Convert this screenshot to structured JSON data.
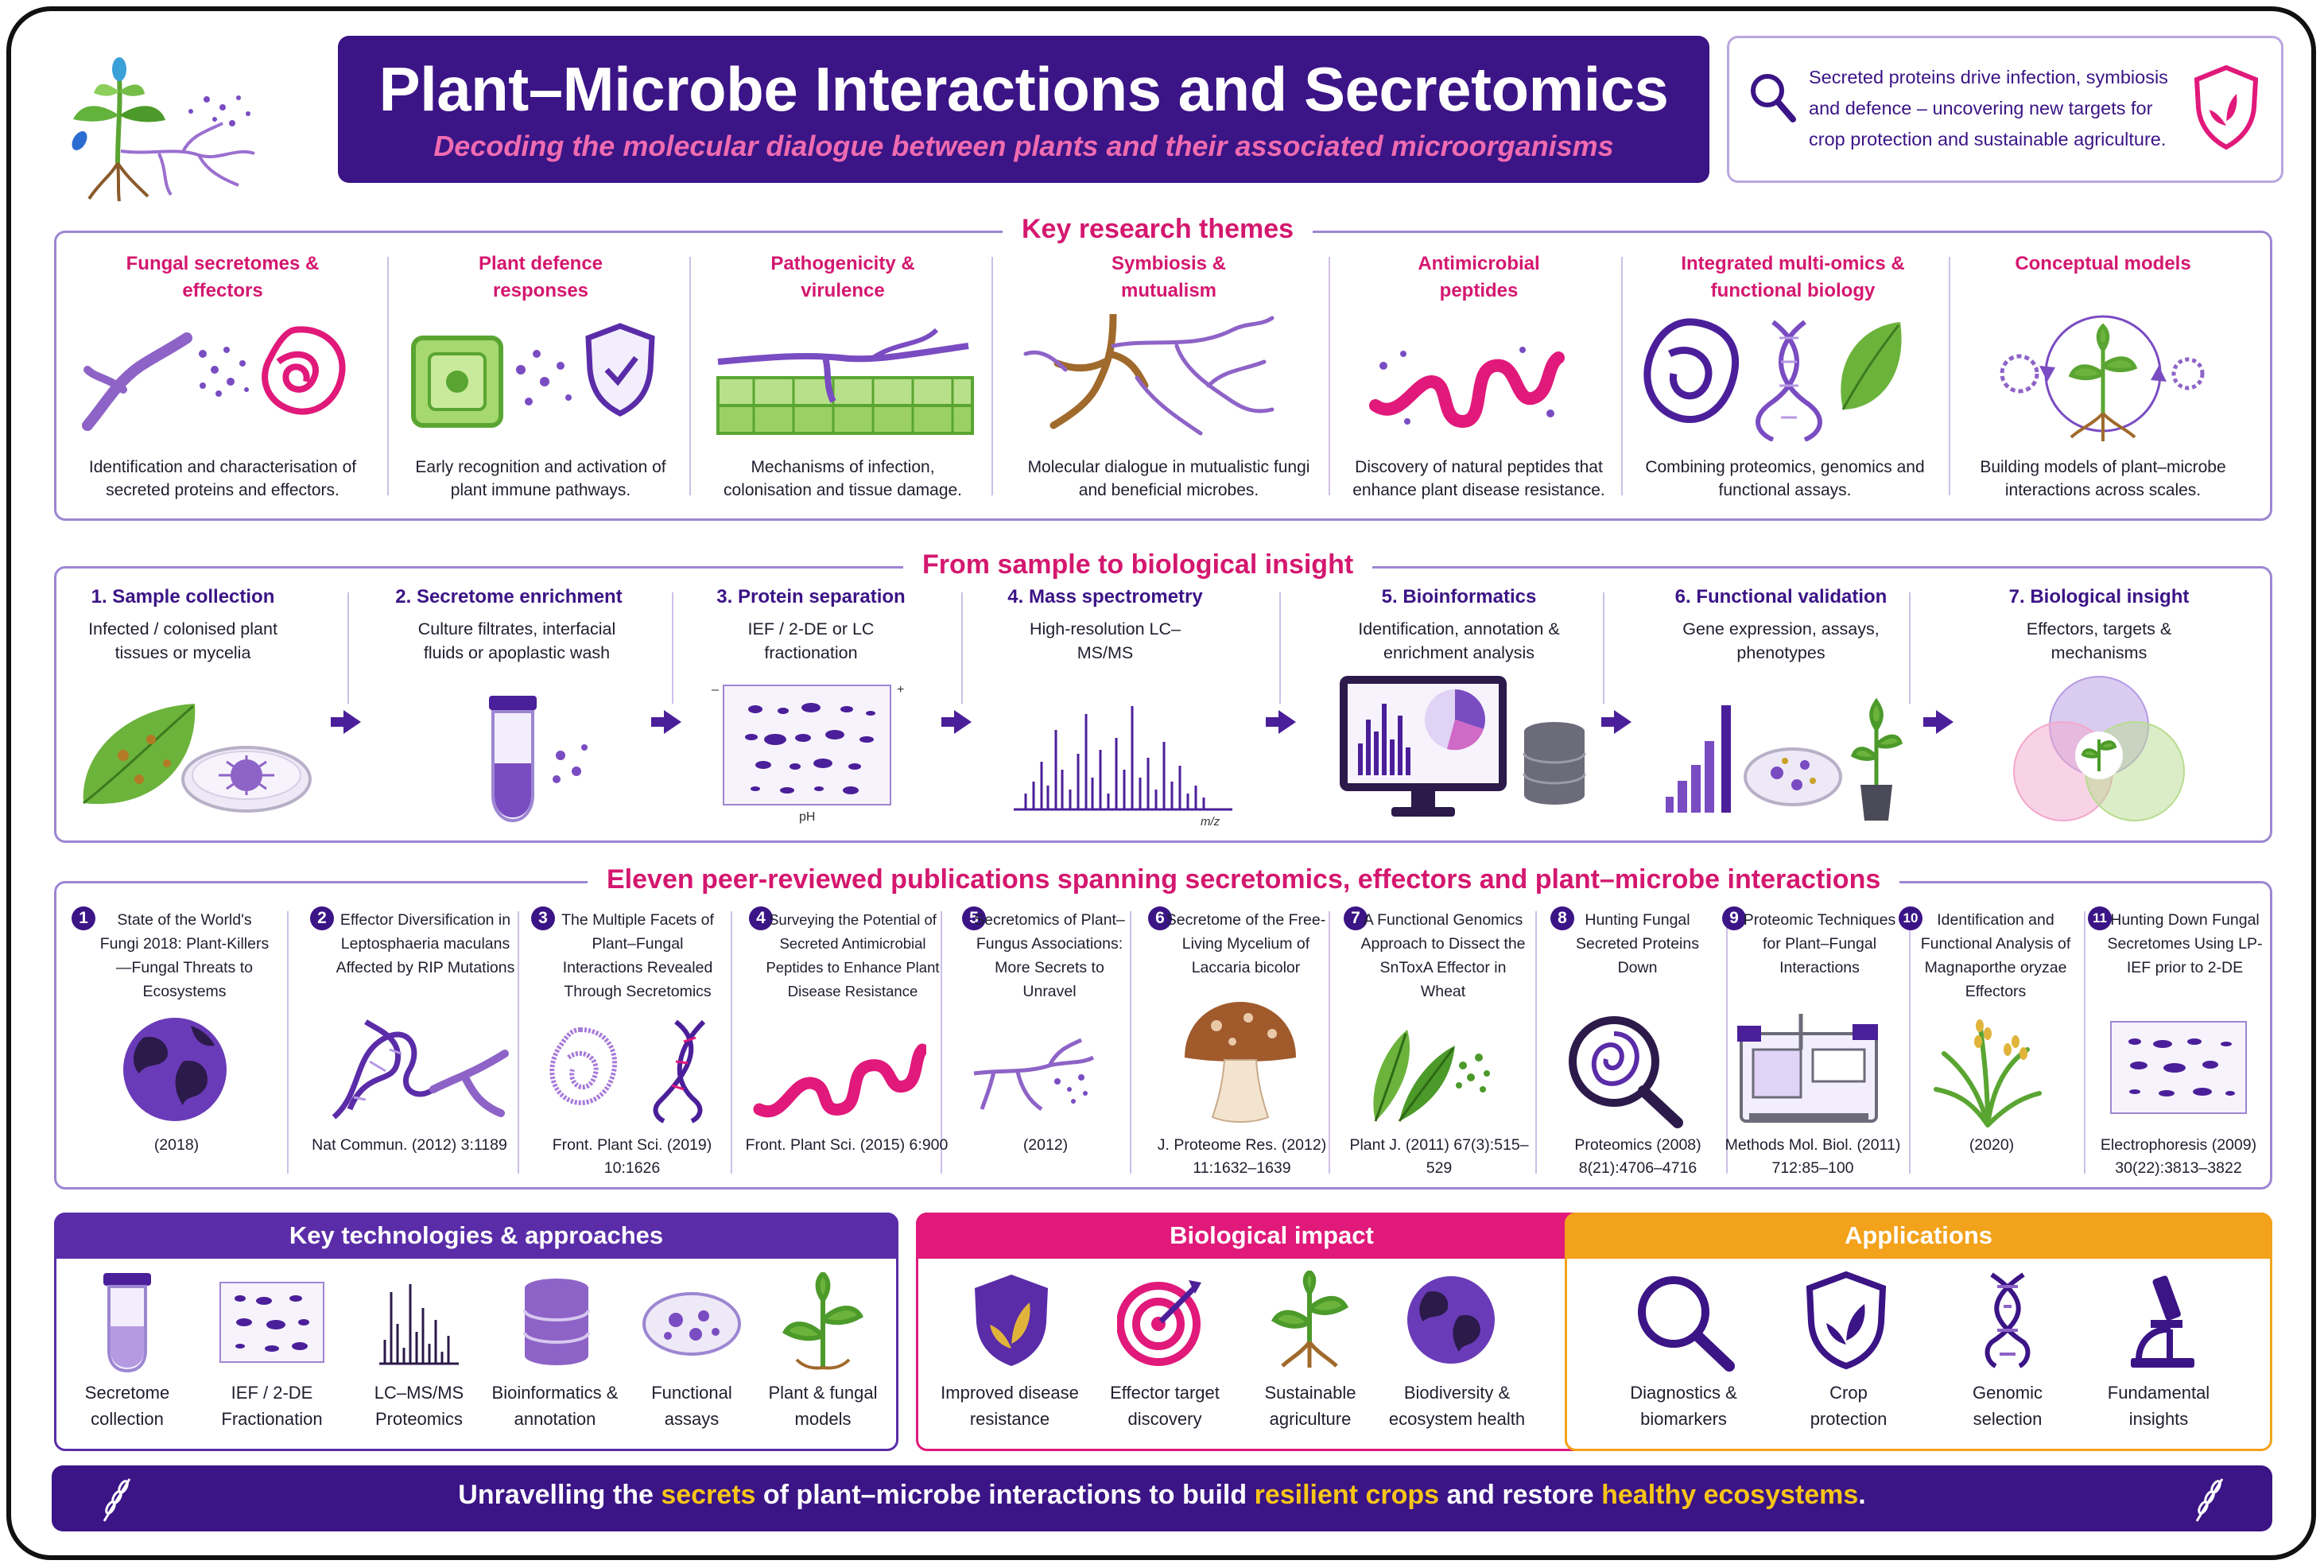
{
  "header": {
    "title": "Plant–Microbe Interactions and Secretomics",
    "subtitle": "Decoding the molecular dialogue between plants and their associated microorganisms",
    "callout": "Secreted proteins drive infection, symbiosis and defence – uncovering new targets for crop protection and sustainable agriculture."
  },
  "themes": {
    "title": "Key research themes",
    "items": [
      {
        "title": "Fungal secretomes & effectors",
        "desc": "Identification and characterisation of secreted proteins and effectors."
      },
      {
        "title": "Plant defence responses",
        "desc": "Early recognition and activation of plant immune pathways."
      },
      {
        "title": "Pathogenicity & virulence",
        "desc": "Mechanisms of infection, colonisation and tissue damage."
      },
      {
        "title": "Symbiosis & mutualism",
        "desc": "Molecular dialogue in mutualistic fungi and beneficial microbes."
      },
      {
        "title": "Antimicrobial peptides",
        "desc": "Discovery of natural peptides that enhance plant disease resistance."
      },
      {
        "title": "Integrated multi-omics & functional biology",
        "desc": "Combining proteomics, genomics and functional assays."
      },
      {
        "title": "Conceptual models",
        "desc": "Building models of plant–microbe interactions across scales."
      }
    ]
  },
  "workflow": {
    "title": "From sample to biological insight",
    "steps": [
      {
        "title": "1.  Sample collection",
        "desc": "Infected / colonised plant tissues or mycelia"
      },
      {
        "title": "2. Secretome enrichment",
        "desc": "Culture filtrates, interfacial fluids or apoplastic wash"
      },
      {
        "title": "3. Protein separation",
        "desc": "IEF / 2-DE or LC fractionation"
      },
      {
        "title": "4. Mass spectrometry",
        "desc": "High-resolution LC–MS/MS"
      },
      {
        "title": "5. Bioinformatics",
        "desc": "Identification, annotation & enrichment analysis"
      },
      {
        "title": "6. Functional validation",
        "desc": "Gene expression, assays, phenotypes"
      },
      {
        "title": "7. Biological insight",
        "desc": "Effectors, targets & mechanisms"
      }
    ],
    "gel_axis": "pH",
    "gel_minus": "–",
    "gel_plus": "+",
    "ms_axis": "m/z"
  },
  "publications": {
    "title": "Eleven peer-reviewed publications spanning secretomics, effectors and plant–microbe interactions",
    "items": [
      {
        "num": "1",
        "title": "State of the World's Fungi 2018: Plant-Killers—Fungal Threats to Ecosystems",
        "cite": "(2018)"
      },
      {
        "num": "2",
        "title": "Effector Diversification in Leptosphaeria maculans Affected by RIP Mutations",
        "cite": "Nat Commun. (2012) 3:1189"
      },
      {
        "num": "3",
        "title": "The Multiple Facets of Plant–Fungal Interactions Revealed Through Secretomics",
        "cite": "Front. Plant Sci. (2019) 10:1626"
      },
      {
        "num": "4",
        "title": "Surveying the Potential of Secreted Antimicrobial Peptides to Enhance Plant Disease Resistance",
        "cite": "Front. Plant Sci. (2015) 6:900"
      },
      {
        "num": "5",
        "title": "Secretomics of Plant–Fungus Associations: More Secrets to Unravel",
        "cite": "(2012)"
      },
      {
        "num": "6",
        "title": "Secretome of the Free-Living Mycelium of Laccaria bicolor",
        "cite": "J. Proteome Res. (2012) 11:1632–1639"
      },
      {
        "num": "7",
        "title": "A Functional Genomics Approach to Dissect the SnToxA Effector in Wheat",
        "cite": "Plant J. (2011) 67(3):515–529"
      },
      {
        "num": "8",
        "title": "Hunting Fungal Secreted Proteins Down",
        "cite": "Proteomics (2008) 8(21):4706–4716"
      },
      {
        "num": "9",
        "title": "Proteomic Techniques for Plant–Fungal Interactions",
        "cite": "Methods Mol. Biol. (2011) 712:85–100"
      },
      {
        "num": "10",
        "title": "Identification and Functional Analysis of Magnaporthe oryzae Effectors",
        "cite": "(2020)"
      },
      {
        "num": "11",
        "title": "Hunting Down Fungal Secretomes Using LP-IEF prior to 2-DE",
        "cite": "Electrophoresis (2009) 30(22):3813–3822"
      }
    ]
  },
  "technologies": {
    "title": "Key technologies & approaches",
    "items": [
      "Secretome collection",
      "IEF / 2-DE Fractionation",
      "LC–MS/MS Proteomics",
      "Bioinformatics & annotation",
      "Functional assays",
      "Plant & fungal models"
    ]
  },
  "impact": {
    "title": "Biological impact",
    "items": [
      "Improved disease resistance",
      "Effector target discovery",
      "Sustainable agriculture",
      "Biodiversity & ecosystem health"
    ]
  },
  "applications": {
    "title": "Applications",
    "items": [
      "Diagnostics & biomarkers",
      "Crop protection",
      "Genomic selection",
      "Fundamental insights"
    ]
  },
  "footer": {
    "part1": "Unravelling the ",
    "hl1": "secrets",
    "part2": " of plant–microbe interactions to build ",
    "hl2": "resilient crops",
    "part3": " and restore ",
    "hl3": "healthy ecosystems",
    "part4": "."
  },
  "colors": {
    "primary": "#3b1486",
    "accent": "#d4176f",
    "magenta_panel": "#e0197a",
    "orange_panel": "#f2a21b",
    "leaf_green": "#5aa532",
    "highlight": "#f7c518"
  }
}
